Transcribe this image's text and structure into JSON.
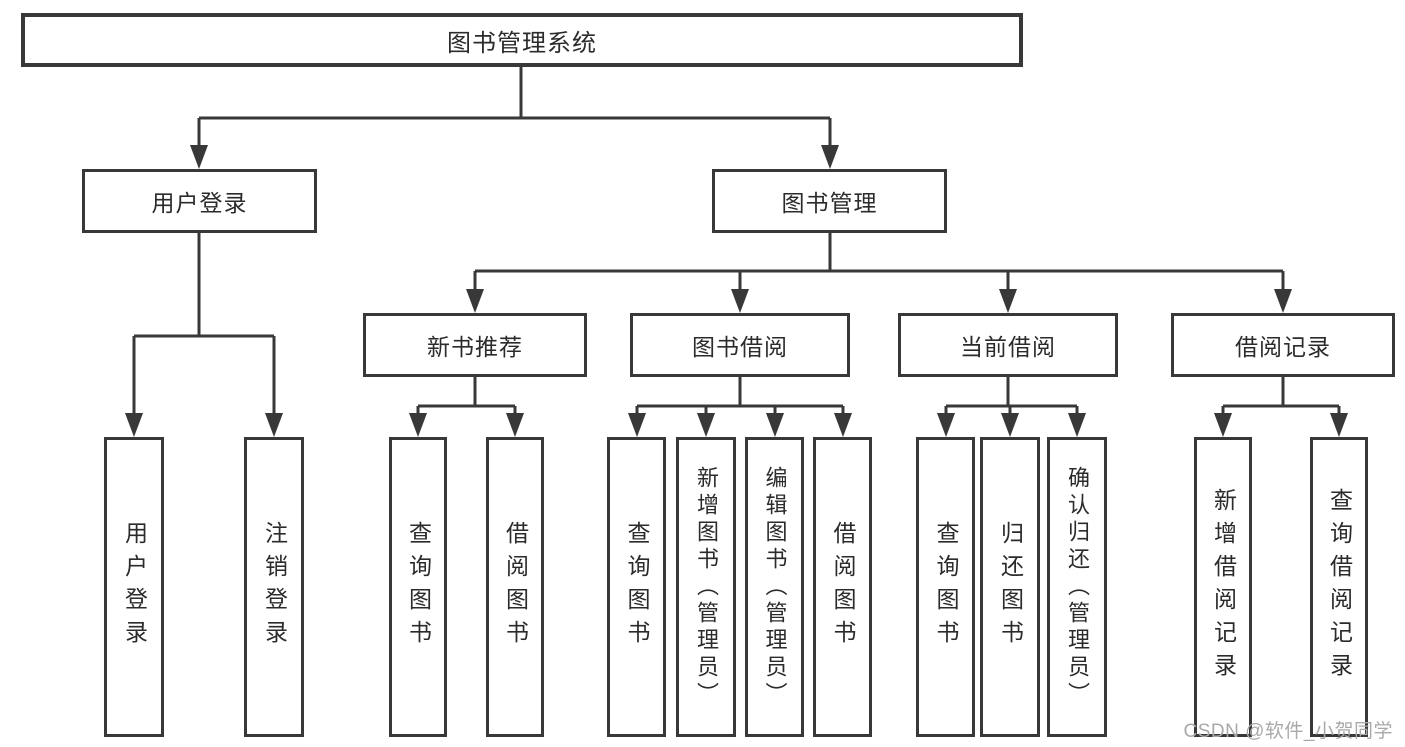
{
  "nodes": {
    "root": "图书管理系统",
    "user_login": "用户登录",
    "book_mgmt": "图书管理",
    "new_book_rec": "新书推荐",
    "book_borrow": "图书借阅",
    "current_borrow": "当前借阅",
    "borrow_record": "借阅记录",
    "leaf_user_login": "用户登录",
    "leaf_logout": "注销登录",
    "leaf_rec_query": "查询图书",
    "leaf_rec_borrow": "借阅图书",
    "leaf_bb_query": "查询图书",
    "leaf_bb_add": "新增图书（管理员）",
    "leaf_bb_edit": "编辑图书（管理员）",
    "leaf_bb_borrow": "借阅图书",
    "leaf_cb_query": "查询图书",
    "leaf_cb_return": "归还图书",
    "leaf_cb_confirm": "确认归还（管理员）",
    "leaf_br_add": "新增借阅记录",
    "leaf_br_query": "查询借阅记录"
  },
  "edges": [
    [
      "root",
      "user_login"
    ],
    [
      "root",
      "book_mgmt"
    ],
    [
      "user_login",
      "leaf_user_login"
    ],
    [
      "user_login",
      "leaf_logout"
    ],
    [
      "book_mgmt",
      "new_book_rec"
    ],
    [
      "book_mgmt",
      "book_borrow"
    ],
    [
      "book_mgmt",
      "current_borrow"
    ],
    [
      "book_mgmt",
      "borrow_record"
    ],
    [
      "new_book_rec",
      "leaf_rec_query"
    ],
    [
      "new_book_rec",
      "leaf_rec_borrow"
    ],
    [
      "book_borrow",
      "leaf_bb_query"
    ],
    [
      "book_borrow",
      "leaf_bb_add"
    ],
    [
      "book_borrow",
      "leaf_bb_edit"
    ],
    [
      "book_borrow",
      "leaf_bb_borrow"
    ],
    [
      "current_borrow",
      "leaf_cb_query"
    ],
    [
      "current_borrow",
      "leaf_cb_return"
    ],
    [
      "current_borrow",
      "leaf_cb_confirm"
    ],
    [
      "borrow_record",
      "leaf_br_add"
    ],
    [
      "borrow_record",
      "leaf_br_query"
    ]
  ],
  "watermark": {
    "text": "CSDN @软件_小贺同学"
  },
  "colors": {
    "line": "#383838",
    "text": "#2b2b2b",
    "background": "#ffffff",
    "watermark": "#a9a9a9"
  }
}
